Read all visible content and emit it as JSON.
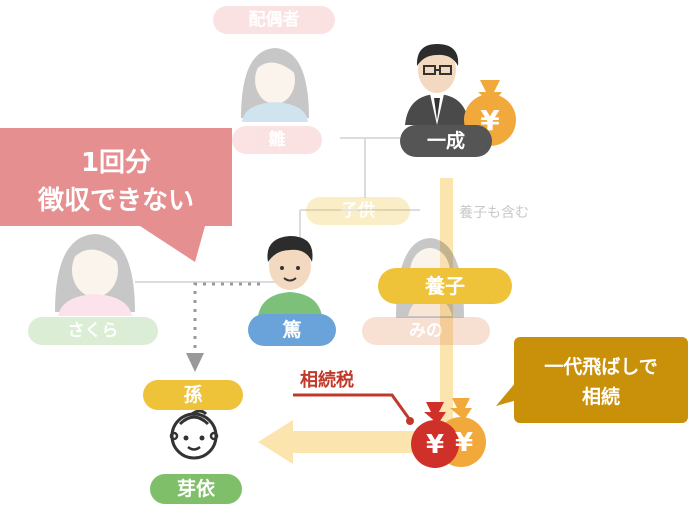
{
  "diagram": {
    "labels": {
      "spouse": "配偶者",
      "wife": "雛",
      "grandfather": "一成",
      "children": "子供",
      "adopted_note": "養子も含む",
      "adopted": "養子",
      "daughter": "さくら",
      "son": "篤",
      "mino": "みの",
      "grandchild": "孫",
      "grandchild_name": "芽依",
      "tax": "相続税"
    },
    "callouts": {
      "left_line1": "1回分",
      "left_line2": "徴収できない",
      "right_line1": "一代飛ばしで",
      "right_line2": "相続"
    },
    "money_symbol": "¥",
    "icons": [
      "man-icon",
      "woman-icon",
      "boy-icon",
      "baby-icon",
      "money-bag-icon"
    ],
    "colors": {
      "dark_pill": "#555555",
      "yellow_pill": "#eec33a",
      "blue_pill": "#6aa3d9",
      "green_pill": "#7fbf6a",
      "pink_callout": "#e58f91",
      "gold_callout": "#c9910a",
      "red_text": "#c0392b",
      "bag_orange": "#f2a93b",
      "bag_red": "#d0302a",
      "flow_line": "#fbe4ae"
    }
  }
}
